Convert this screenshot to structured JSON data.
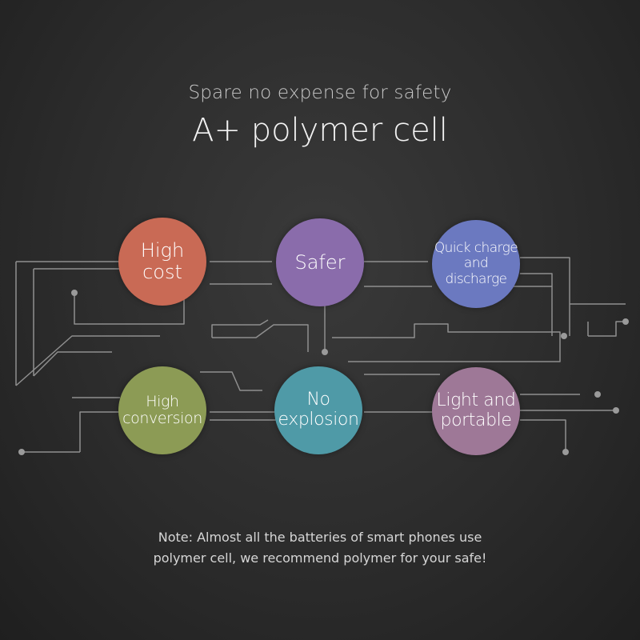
{
  "header": {
    "subtitle": "Spare no expense for safety",
    "title": "A+ polymer cell"
  },
  "features": [
    {
      "lines": [
        "High",
        "cost"
      ],
      "color": "#c96a55"
    },
    {
      "lines": [
        "Safer"
      ],
      "color": "#8a6cab"
    },
    {
      "lines": [
        "Quick charge",
        "and",
        "discharge"
      ],
      "color": "#6b79c0"
    },
    {
      "lines": [
        "High",
        "conversion"
      ],
      "color": "#8c9b55"
    },
    {
      "lines": [
        "No",
        "explosion"
      ],
      "color": "#4f9aa7"
    },
    {
      "lines": [
        "Light and",
        "portable"
      ],
      "color": "#9e7897"
    }
  ],
  "note": {
    "line1": "Note: Almost all the batteries of smart phones use",
    "line2": "polymer cell, we recommend polymer for your safe!"
  },
  "colors": {
    "circuit_line": "#8f8f8f"
  }
}
